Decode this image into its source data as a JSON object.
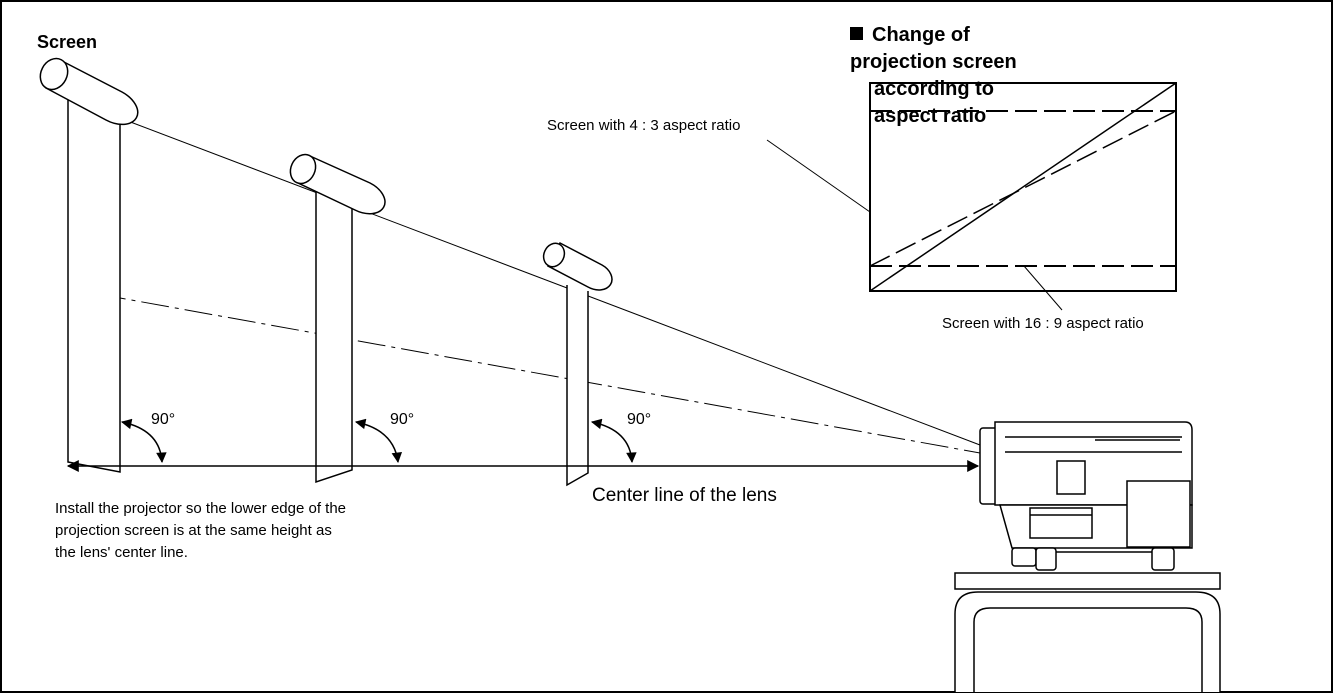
{
  "labels": {
    "screen": "Screen",
    "inset_title_line1": "Change of projection screen",
    "inset_title_line2": "according to aspect ratio",
    "screen_4_3": "Screen with 4 : 3 aspect ratio",
    "screen_16_9": "Screen with 16 : 9 aspect ratio",
    "angle_1": "90°",
    "angle_2": "90°",
    "angle_3": "90°",
    "center_line": "Center line of the lens",
    "install_note": "Install the projector so the lower edge of the projection screen is at the same height as the lens' center line."
  },
  "icons": {
    "title_bullet": "black-square-icon",
    "projector": "projector-icon",
    "screen_roll": "screen-roll-icon",
    "angle_arrow": "curved-arrow-icon"
  },
  "colors": {
    "line": "#000000",
    "background": "#ffffff"
  }
}
